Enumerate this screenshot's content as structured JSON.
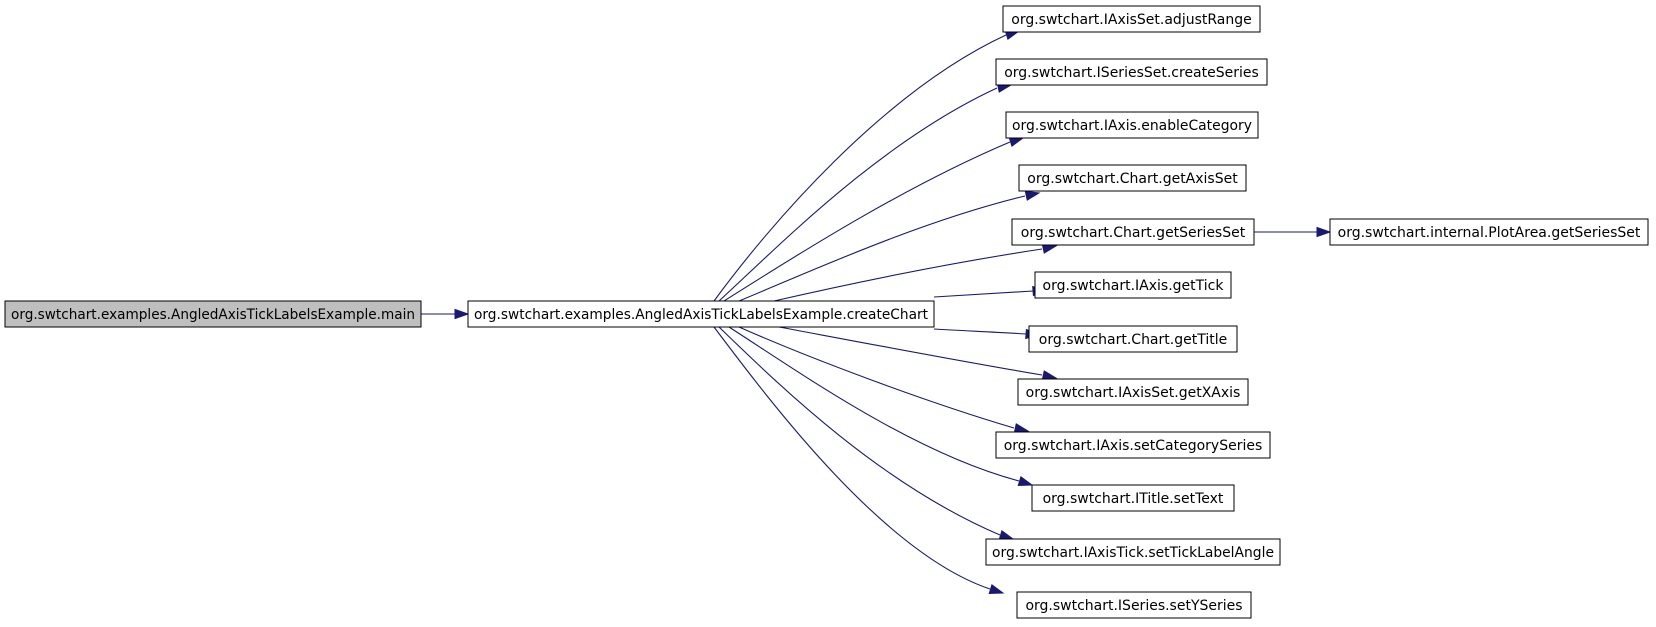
{
  "graph": {
    "root": "org.swtchart.examples.AngledAxisTickLabelsExample.main",
    "create_chart": "org.swtchart.examples.AngledAxisTickLabelsExample.createChart",
    "callees": [
      "org.swtchart.IAxisSet.adjustRange",
      "org.swtchart.ISeriesSet.createSeries",
      "org.swtchart.IAxis.enableCategory",
      "org.swtchart.Chart.getAxisSet",
      "org.swtchart.Chart.getSeriesSet",
      "org.swtchart.IAxis.getTick",
      "org.swtchart.Chart.getTitle",
      "org.swtchart.IAxisSet.getXAxis",
      "org.swtchart.IAxis.setCategorySeries",
      "org.swtchart.ITitle.setText",
      "org.swtchart.IAxisTick.setTickLabelAngle",
      "org.swtchart.ISeries.setYSeries"
    ],
    "plot_area": "org.swtchart.internal.PlotArea.getSeriesSet",
    "colors": {
      "edge": "#191970",
      "root_fill": "#bfbfbf",
      "node_fill": "#ffffff",
      "border": "#000000"
    }
  }
}
